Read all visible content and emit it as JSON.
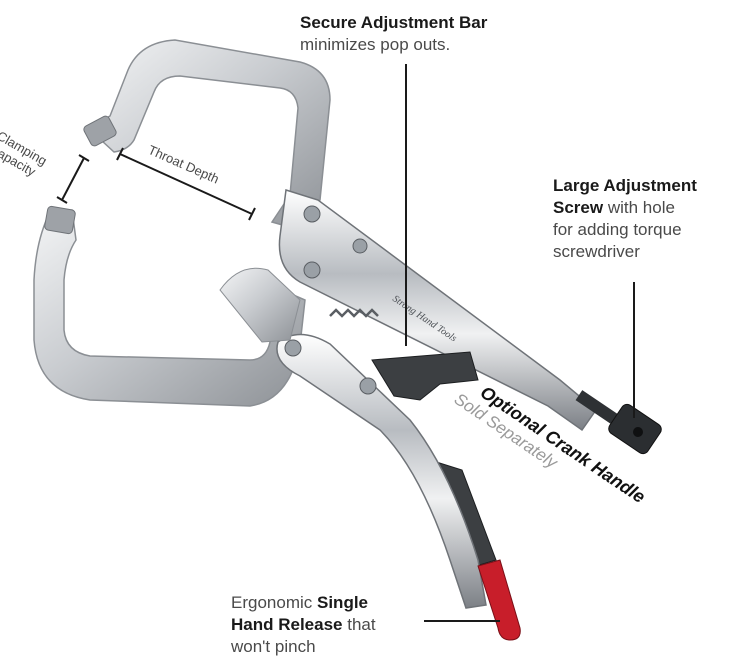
{
  "callouts": {
    "adjustment_bar": {
      "title": "Secure Adjustment Bar",
      "text": "minimizes pop outs."
    },
    "adjustment_screw": {
      "title_line1": "Large Adjustment",
      "title_line2": "Screw",
      "text_line2": "with hole",
      "text_line3": "for adding torque",
      "text_line4": "screwdriver"
    },
    "crank_handle": {
      "title": "Optional Crank Handle",
      "subtitle": "Sold Separately"
    },
    "release": {
      "prefix": "Ergonomic",
      "title_line1": "Single",
      "title_line2": "Hand Release",
      "text_line2": "that",
      "text_line3": "won't pinch"
    }
  },
  "dimensions": {
    "clamping_capacity_line1": "Clamping",
    "clamping_capacity_line2": "Capacity",
    "throat_depth": "Throat Depth"
  },
  "branding": {
    "handle_text": "Strong Hand Tools"
  },
  "colors": {
    "steel_light": "#e8eaec",
    "steel_mid": "#b9bcc0",
    "steel_dark": "#7d8186",
    "grip_red": "#c81e2a",
    "lever_dark": "#3c3f42",
    "line": "#1a1a1a"
  }
}
